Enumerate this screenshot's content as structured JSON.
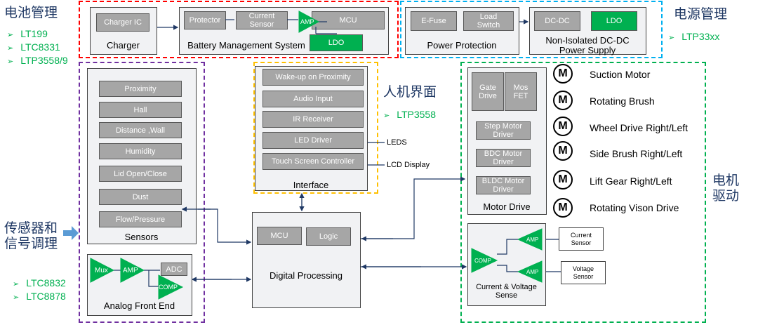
{
  "top": {
    "charger": {
      "ic": "Charger IC",
      "label": "Charger"
    },
    "bms": {
      "protector": "Protector",
      "current_sensor": "Current\nSensor",
      "amp": "AMP",
      "mcu": "MCU",
      "ldo": "LDO",
      "label": "Battery Management System"
    },
    "power_protection": {
      "efuse": "E-Fuse",
      "load_switch": "Load\nSwitch",
      "label": "Power Protection"
    },
    "psu": {
      "dcdc": "DC-DC",
      "ldo": "LDO",
      "label": "Non-Isolated DC-DC\nPower Supply"
    }
  },
  "left_group": {
    "title": "电池管理",
    "parts": [
      "LT199",
      "LTC8331",
      "LTP3558/9"
    ]
  },
  "right_power_group": {
    "title": "电源管理",
    "parts": [
      "LTP33xx"
    ]
  },
  "hmi_group": {
    "title": "人机界面",
    "parts": [
      "LTP3558"
    ]
  },
  "motor_group": {
    "title": "电机\n驱动"
  },
  "sensor_group": {
    "title": "传感器和\n信号调理",
    "parts": [
      "LTC8832",
      "LTC8878"
    ]
  },
  "sensors": {
    "items": [
      "Proximity",
      "Hall",
      "Distance ,Wall",
      "Humidity",
      "Lid Open/Close",
      "Dust",
      "Flow/Pressure"
    ],
    "label": "Sensors"
  },
  "afe": {
    "mux": "Mux",
    "amp": "AMP",
    "adc": "ADC",
    "comp": "COMP",
    "label": "Analog Front End"
  },
  "interface": {
    "items": [
      "Wake-up on Proximity",
      "Audio Input",
      "IR Receiver",
      "LED Driver",
      "Touch Screen Controller"
    ],
    "label": "Interface",
    "leds": "LEDS",
    "lcd": "LCD Display"
  },
  "digital": {
    "mcu": "MCU",
    "logic": "Logic",
    "label": "Digital Processing"
  },
  "motor_drive": {
    "gate_drive": "Gate\nDrive",
    "mosfet": "Mos\nFET",
    "step": "Step Motor\nDriver",
    "bdc": "BDC Motor\nDriver",
    "bldc": "BLDC Motor\nDriver",
    "label": "Motor Drive"
  },
  "motors": {
    "symbol": "M",
    "items": [
      "Suction Motor",
      "Rotating Brush",
      "Wheel Drive Right/Left",
      "Side Brush Right/Left",
      "Lift Gear  Right/Left",
      "Rotating Vison Drive"
    ]
  },
  "cv_sense": {
    "amp1": "AMP",
    "amp2": "AMP",
    "comp": "COMP",
    "label": "Current & Voltage\nSense",
    "current_sensor": "Current\nSensor",
    "voltage_sensor": "Voltage\nSensor"
  },
  "colors": {
    "battery_dash": "#ff0000",
    "power_dash": "#00b0f0",
    "sensor_dash": "#7030a0",
    "hmi_dash": "#ffc000",
    "motor_dash": "#00b050",
    "ldo": "#00b050",
    "arrow": "#1f3864",
    "title": "#1f3864",
    "part": "#00b050"
  }
}
